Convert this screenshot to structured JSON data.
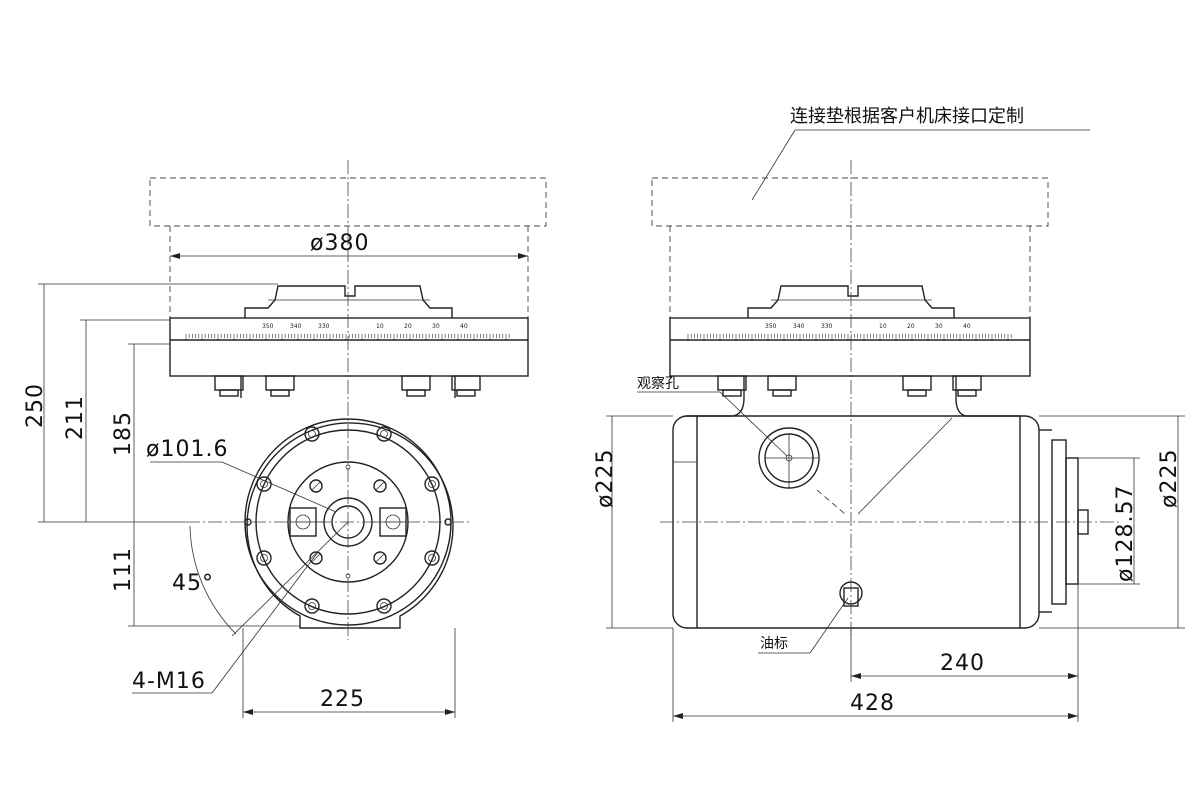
{
  "title_note": "连接垫根据客户机床接口定制",
  "labels": {
    "observation_hole": "观察孔",
    "oil_mark": "油标",
    "thread": "4-M16",
    "angle": "45°"
  },
  "dimensions": {
    "d380": "ø380",
    "d101_6": "ø101.6",
    "h250": "250",
    "h211": "211",
    "h185": "185",
    "h111": "111",
    "w225_front": "225",
    "d225_left": "ø225",
    "d225_right": "ø225",
    "d128_57": "ø128.57",
    "w240": "240",
    "w428": "428"
  },
  "scale": {
    "left_numbers": [
      "350",
      "340",
      "330"
    ],
    "right_numbers": [
      "10",
      "20",
      "30",
      "40"
    ]
  }
}
